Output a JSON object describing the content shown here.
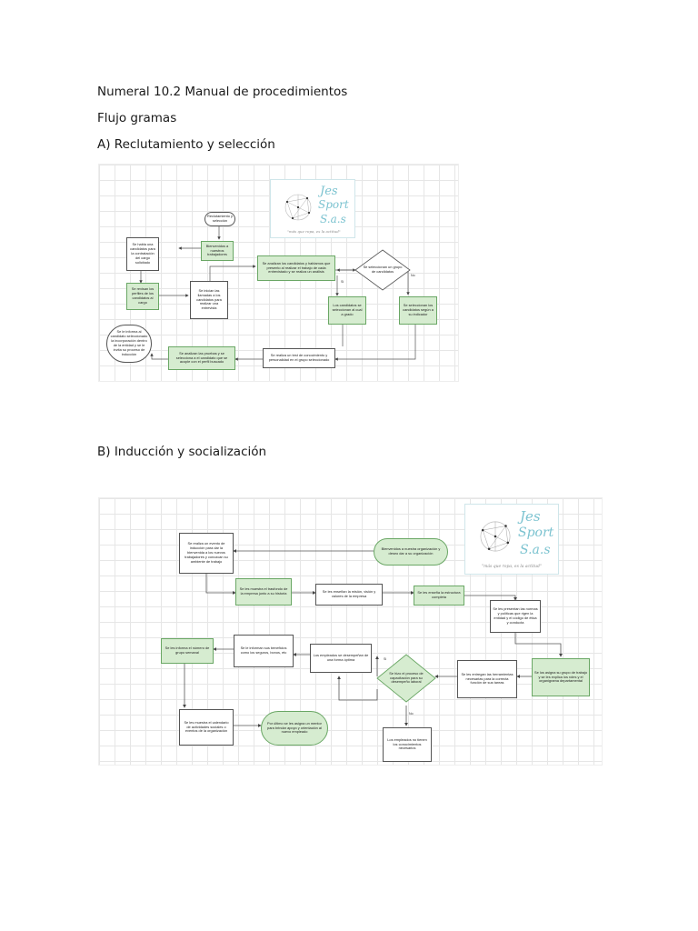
{
  "document": {
    "title": "Numeral 10.2 Manual de procedimientos",
    "subtitle": "Flujo gramas",
    "section_a": "A) Reclutamiento y selección",
    "section_b": "B) Inducción y socialización"
  },
  "logo": {
    "name_line1": "Jes",
    "name_line2": "Sport",
    "name_line3": "S.a.s",
    "slogan": "\"más que ropa, es la actitud\""
  },
  "colors": {
    "green_fill": "#d6ecd0",
    "green_border": "#6aa765",
    "logo_accent": "#7cc3d0"
  },
  "diagram_a": {
    "start": "Reclutamiento y selección",
    "welcome": "Bienvenidos a nuestros trabajadores",
    "habla_candidatos": "Se habla una candidatos para la contratación del cargo solicitado",
    "revisan_perfiles": "Se revisan los perfiles de los candidatos al cargo",
    "buscan_cand": "Se inician las llamadas a los candidatos para realizar una entrevista",
    "analizan": "Se analizan los candidatos y hablamos que presento al realizar el trabajo de cada entrevistado y se realiza un análisis",
    "decision": "Se seleccionan un grupo de candidatos",
    "si_label": "Si",
    "no_label": "No",
    "seleccionan_rol": "Los candidatos se seleccionan al cual a grado",
    "seleccionan_cand": "Se seleccionan los candidatos según a su indicador",
    "realiza_test": "Se realiza un test de conocimiento y personalidad en el grupo seleccionado",
    "analizan_pruebas": "Se analizan las pruebas y se selecciona a el candidato que se acople con el perfil buscado",
    "informa": "Se le informa al candidato seleccionado la incorporación dentro de la entidad y se le invita su proceso de inducción"
  },
  "diagram_b": {
    "realiza_evento": "Se realiza un evento de inducción para dar la bienvenida a los nuevos trabajadores y conozcan su ambiente de trabajo",
    "bienvenidos": "Bienvenidos a nuestra organización y deseo dar a su organización",
    "historia": "Se les muestra el trasfondo de la empresa junto a su historia",
    "mision": "Se les enseñan la misión, visión y valores de la empresa",
    "estructura": "Se les enseña la estructura completa",
    "normas": "Se les presentan las normas y políticas que rigen la entidad y el código de ética y conducta",
    "asigna_grupo": "Se los asigna su grupo de trabajo y se les explica los roles y el organigrama departamental",
    "herramientas": "Se les entregan las herramientas necesarias para la correcta función de sus tareas",
    "decision": "Se hizo el proceso de capacitación para su desempeño laboral",
    "si_label": "Si",
    "no_label": "No",
    "desempenan": "Los empleados se desempeñan de una forma óptima",
    "beneficios": "Se le informan sus beneficios como los seguros, bonos, etc",
    "grupo_semanal": "Se les informa el número de grupo semanal",
    "no_conocimientos": "Los empleados no tienen los conocimientos necesarios",
    "calendario": "Se les muestra el calendario de actividades sociales o eventos de la organización",
    "reunion": "Por último se les asigna un mentor para brindar apoyo y orientación al nuevo empleado"
  }
}
